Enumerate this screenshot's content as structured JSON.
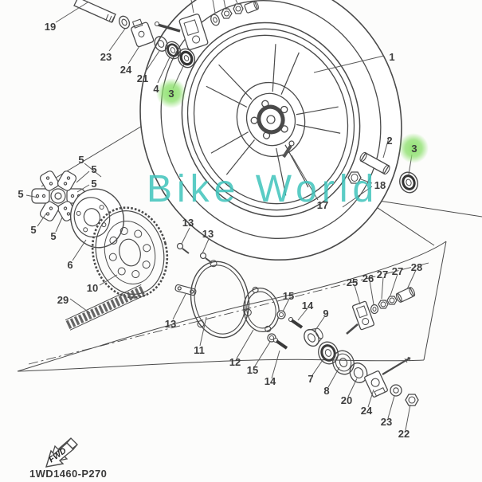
{
  "diagram": {
    "watermark_text": "Bike World",
    "watermark_color": "#3fc4bc",
    "part_code": "1WD1460-P270",
    "fwd_label": "FWD",
    "highlight_color": "#8ce06c",
    "highlighted_part_number": "3",
    "callouts": [
      {
        "text": "19"
      },
      {
        "text": "23"
      },
      {
        "text": "24"
      },
      {
        "text": "21"
      },
      {
        "text": "4"
      },
      {
        "text": "3",
        "highlighted": true
      },
      {
        "text": "1"
      },
      {
        "text": "2"
      },
      {
        "text": "3",
        "highlighted": true
      },
      {
        "text": "18"
      },
      {
        "text": "17"
      },
      {
        "text": "5"
      },
      {
        "text": "5"
      },
      {
        "text": "5"
      },
      {
        "text": "5"
      },
      {
        "text": "5"
      },
      {
        "text": "5"
      },
      {
        "text": "6"
      },
      {
        "text": "10"
      },
      {
        "text": "29"
      },
      {
        "text": "13"
      },
      {
        "text": "13"
      },
      {
        "text": "13"
      },
      {
        "text": "11"
      },
      {
        "text": "12"
      },
      {
        "text": "15"
      },
      {
        "text": "14"
      },
      {
        "text": "15"
      },
      {
        "text": "14"
      },
      {
        "text": "9"
      },
      {
        "text": "7"
      },
      {
        "text": "8"
      },
      {
        "text": "20"
      },
      {
        "text": "24"
      },
      {
        "text": "23"
      },
      {
        "text": "22"
      },
      {
        "text": "25"
      },
      {
        "text": "26"
      },
      {
        "text": "27"
      },
      {
        "text": "27"
      },
      {
        "text": "28"
      }
    ]
  }
}
